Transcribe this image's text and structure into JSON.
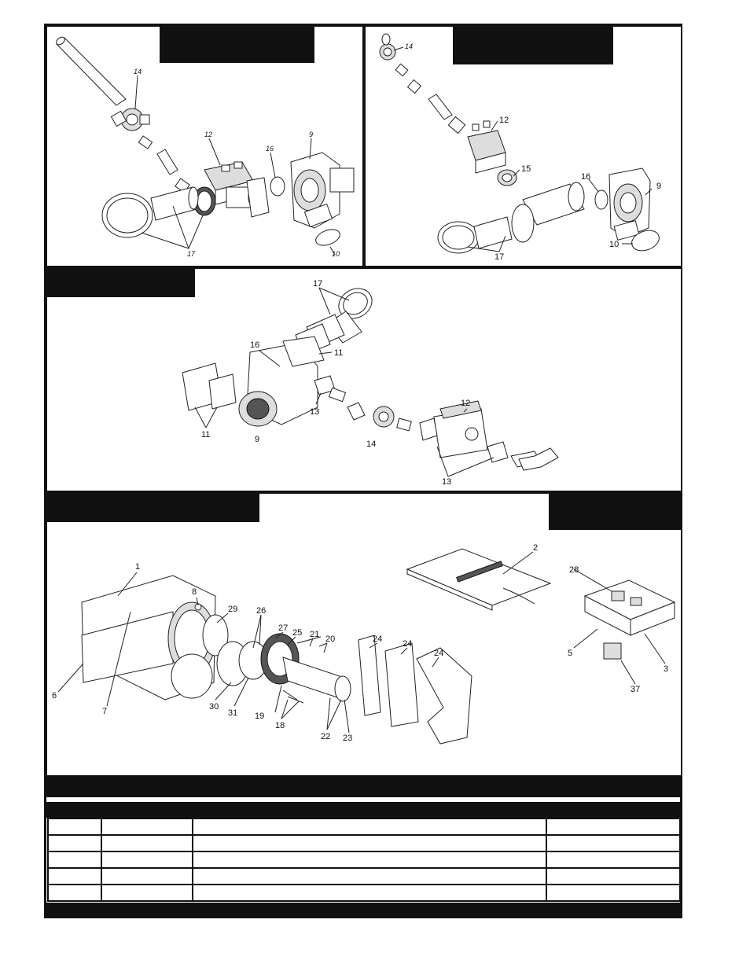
{
  "diagrams": {
    "top_left": {
      "callouts": {
        "c14": "14",
        "c12": "12",
        "c16": "16",
        "c9": "9",
        "c17": "17",
        "c10": "10"
      }
    },
    "top_right": {
      "callouts": {
        "c14": "14",
        "c12": "12",
        "c15": "15",
        "c16": "16",
        "c9": "9",
        "c17": "17",
        "c10": "10"
      }
    },
    "middle": {
      "callouts": {
        "c17": "17",
        "c16": "16",
        "c11a": "11",
        "c11b": "11",
        "c13a": "13",
        "c9": "9",
        "c12": "12",
        "c14": "14",
        "c13b": "13"
      }
    },
    "boiler": {
      "callouts": {
        "c1": "1",
        "c8": "8",
        "c29": "29",
        "c26": "26",
        "c27": "27",
        "c25": "25",
        "c21": "21",
        "c20": "20",
        "c24a": "24",
        "c24b": "24",
        "c24c": "24",
        "c6": "6",
        "c7": "7",
        "c30": "30",
        "c31": "31",
        "c19": "19",
        "c18": "18",
        "c22": "22",
        "c23": "23"
      }
    },
    "controls": {
      "callouts": {
        "c2": "2",
        "c28": "28",
        "c5": "5",
        "c3": "3",
        "c37": "37"
      }
    }
  },
  "colors": {
    "ink": "#111111",
    "paper": "#ffffff"
  }
}
